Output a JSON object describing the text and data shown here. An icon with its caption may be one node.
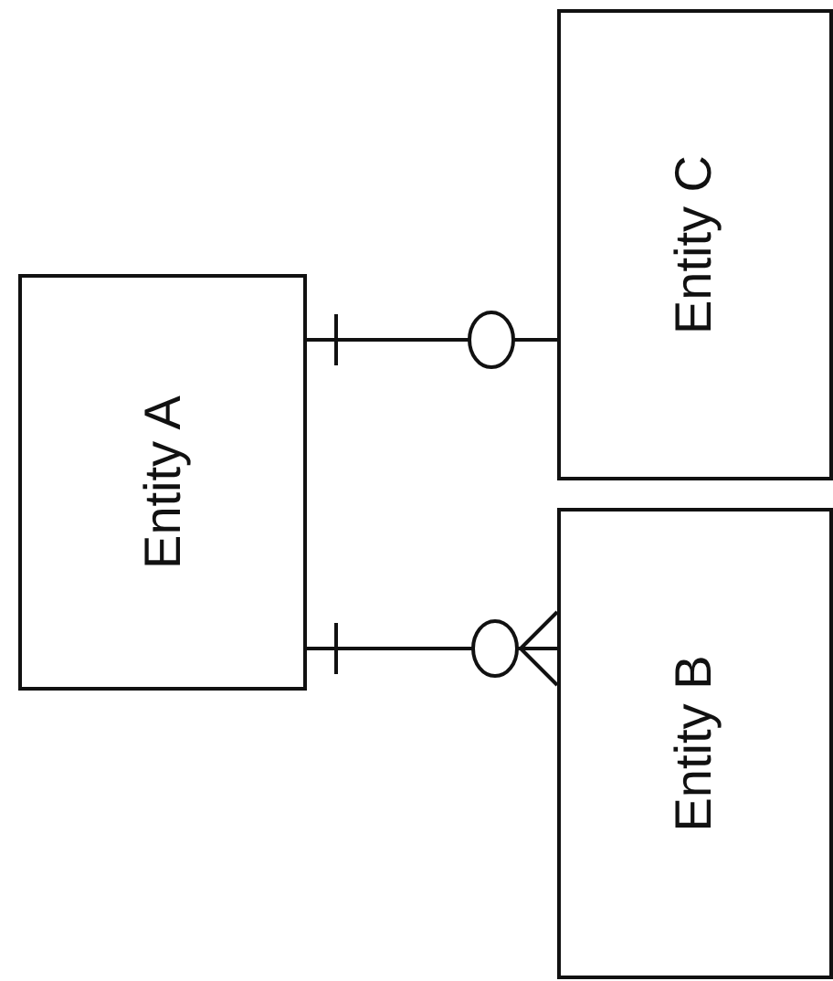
{
  "diagram": {
    "nodes": [
      {
        "text": [
          "Entity A"
        ]
      },
      {
        "text": [
          "Entity C"
        ]
      },
      {
        "text": [
          "Entity B"
        ]
      }
    ],
    "edges": [
      {
        "from": 0,
        "to": 1,
        "arrow": "other"
      },
      {
        "from": 0,
        "to": 2,
        "arrow": "other"
      }
    ]
  }
}
